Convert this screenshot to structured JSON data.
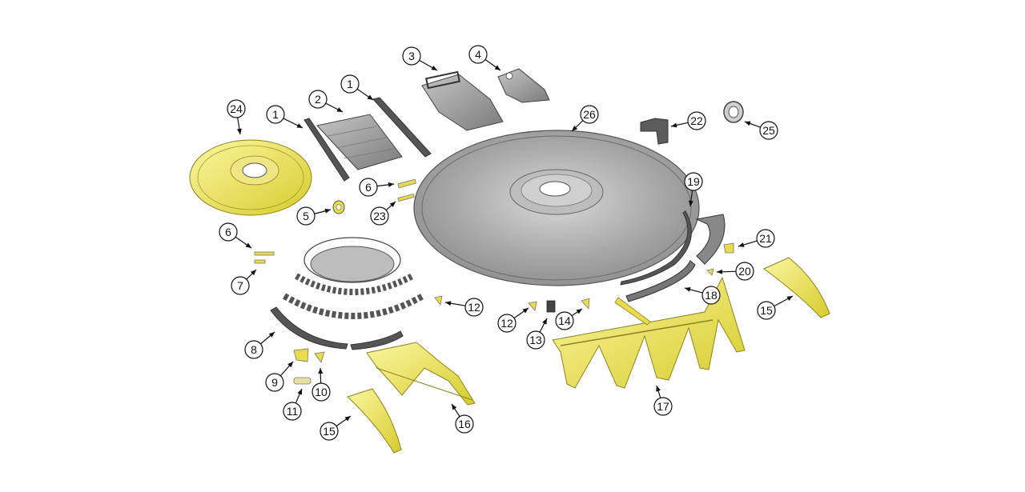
{
  "colors": {
    "yellow_part": "#f4ee7a",
    "yellow_dark": "#b9ad1f",
    "gray_part": "#a9a9a9",
    "gray_dark": "#6d6d6d",
    "outline": "#2b2b2b"
  },
  "parts": [
    {
      "id": "p1a",
      "label": "1",
      "name": "strap-bracket"
    },
    {
      "id": "p1b",
      "label": "1",
      "name": "strap-bracket"
    },
    {
      "id": "p2",
      "label": "2",
      "name": "cover-plate"
    },
    {
      "id": "p3",
      "label": "3",
      "name": "deflector-plate"
    },
    {
      "id": "p4",
      "label": "4",
      "name": "mount-plate"
    },
    {
      "id": "p5",
      "label": "5",
      "name": "nut"
    },
    {
      "id": "p6a",
      "label": "6",
      "name": "pin"
    },
    {
      "id": "p6b",
      "label": "6",
      "name": "pin"
    },
    {
      "id": "p7",
      "label": "7",
      "name": "pin-short"
    },
    {
      "id": "p8",
      "label": "8",
      "name": "segment-ring"
    },
    {
      "id": "p9",
      "label": "9",
      "name": "tooth-clip"
    },
    {
      "id": "p10",
      "label": "10",
      "name": "small-tooth"
    },
    {
      "id": "p11",
      "label": "11",
      "name": "link-plate"
    },
    {
      "id": "p12a",
      "label": "12",
      "name": "clip"
    },
    {
      "id": "p12b",
      "label": "12",
      "name": "clip"
    },
    {
      "id": "p13",
      "label": "13",
      "name": "bolt-block"
    },
    {
      "id": "p14",
      "label": "14",
      "name": "clip-small"
    },
    {
      "id": "p15a",
      "label": "15",
      "name": "crop-divider"
    },
    {
      "id": "p15b",
      "label": "15",
      "name": "crop-divider"
    },
    {
      "id": "p16",
      "label": "16",
      "name": "divider-frame-small"
    },
    {
      "id": "p17",
      "label": "17",
      "name": "divider-frame-large"
    },
    {
      "id": "p18",
      "label": "18",
      "name": "knife-segment"
    },
    {
      "id": "p19",
      "label": "19",
      "name": "wear-strip"
    },
    {
      "id": "p20",
      "label": "20",
      "name": "tiny-clip"
    },
    {
      "id": "p21",
      "label": "21",
      "name": "retainer"
    },
    {
      "id": "p22",
      "label": "22",
      "name": "bracket"
    },
    {
      "id": "p23",
      "label": "23",
      "name": "pin-medium"
    },
    {
      "id": "p24",
      "label": "24",
      "name": "drive-disc"
    },
    {
      "id": "p25",
      "label": "25",
      "name": "seal-ring"
    },
    {
      "id": "p26",
      "label": "26",
      "name": "main-disc"
    }
  ]
}
